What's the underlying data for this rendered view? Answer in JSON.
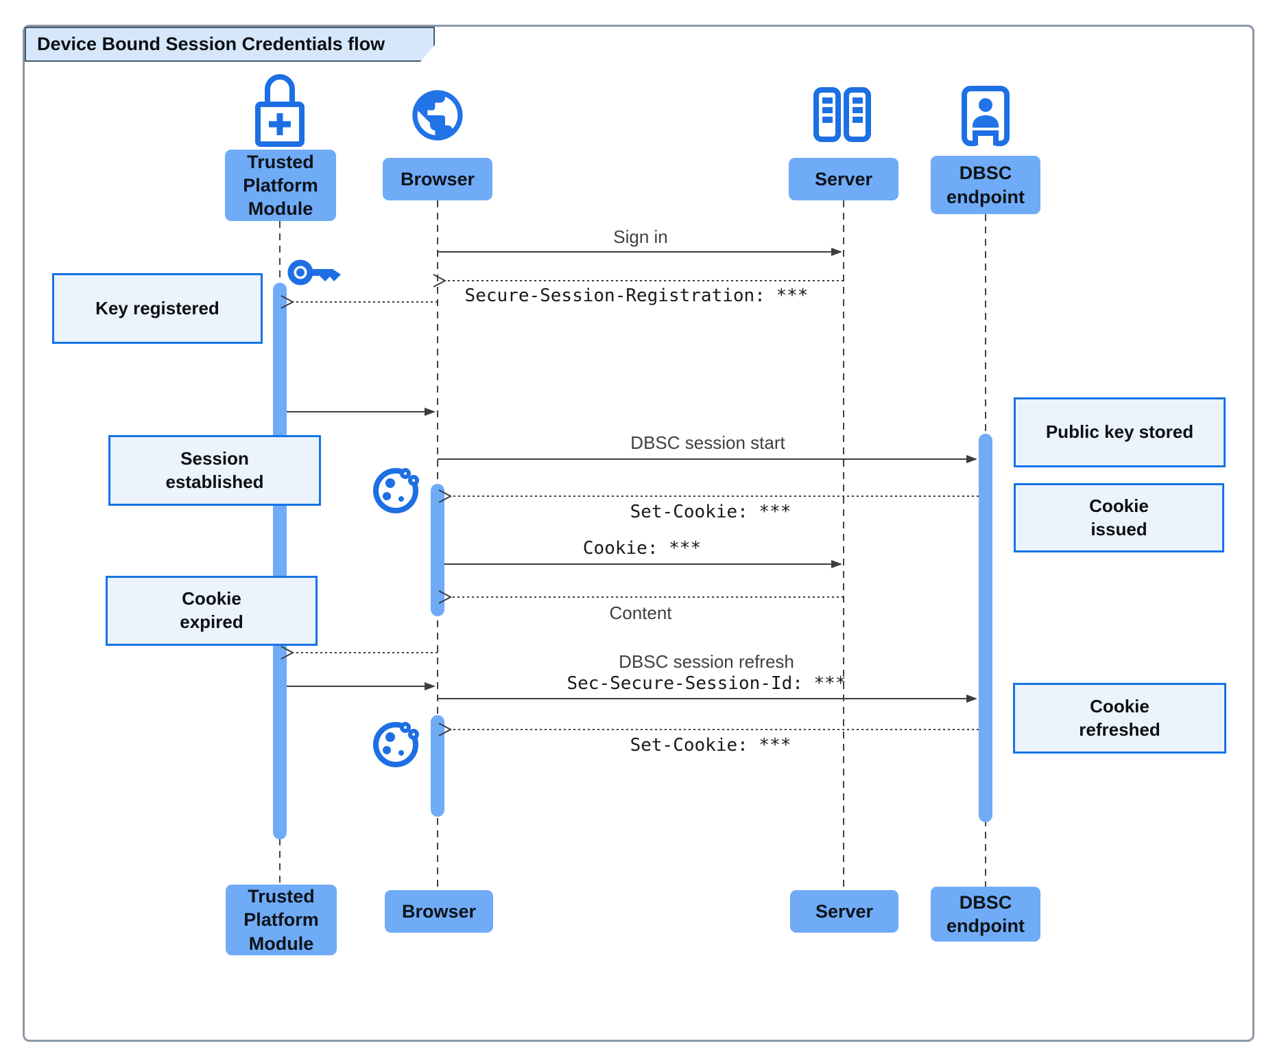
{
  "title": "Device Bound Session Credentials flow",
  "participants": [
    {
      "label": "Trusted\nPlatform\nModule",
      "icon": "lock-plus-icon"
    },
    {
      "label": "Browser",
      "icon": "globe-icon"
    },
    {
      "label": "Server",
      "icon": "server-racks-icon"
    },
    {
      "label": "DBSC\nendpoint",
      "icon": "doorway-person-icon"
    }
  ],
  "messages": {
    "sign_in": "Sign in",
    "secure_session_registration": "Secure-Session-Registration: ***",
    "dbsc_session_start": "DBSC session start",
    "set_cookie_1": "Set-Cookie: ***",
    "cookie": "Cookie: ***",
    "content": "Content",
    "dbsc_session_refresh": "DBSC session refresh",
    "sec_secure_session_id": "Sec-Secure-Session-Id: ***",
    "set_cookie_2": "Set-Cookie: ***"
  },
  "notes": {
    "key_registered": "Key registered",
    "session_established": "Session\nestablished",
    "cookie_expired": "Cookie\nexpired",
    "public_key_stored": "Public key stored",
    "cookie_issued": "Cookie\nissued",
    "cookie_refreshed": "Cookie\nrefreshed"
  },
  "icons": [
    "lock-plus-icon",
    "globe-icon",
    "server-racks-icon",
    "doorway-person-icon",
    "key-icon",
    "cookie-icon"
  ],
  "colors": {
    "participant_fill": "#6fabf7",
    "activation_fill": "#6fabf7",
    "icon_blue": "#1d6fe3",
    "note_fill": "#ebf3fd",
    "note_border": "#1673e6",
    "line": "#3a3e42",
    "title_tab_fill": "#d6e7fb",
    "frame_border": "#8a98a6"
  }
}
